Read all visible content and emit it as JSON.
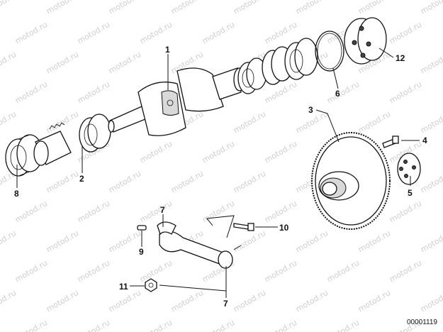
{
  "diagram": {
    "watermark": "motod.ru",
    "catalog_number": "00001119",
    "callouts": [
      {
        "id": "1",
        "label": "1"
      },
      {
        "id": "2",
        "label": "2"
      },
      {
        "id": "3",
        "label": "3"
      },
      {
        "id": "4",
        "label": "4"
      },
      {
        "id": "5",
        "label": "5"
      },
      {
        "id": "6",
        "label": "6"
      },
      {
        "id": "7a",
        "label": "7"
      },
      {
        "id": "7b",
        "label": "7"
      },
      {
        "id": "8",
        "label": "8"
      },
      {
        "id": "9",
        "label": "9"
      },
      {
        "id": "10",
        "label": "10"
      },
      {
        "id": "11",
        "label": "11"
      },
      {
        "id": "12",
        "label": "12"
      }
    ]
  }
}
